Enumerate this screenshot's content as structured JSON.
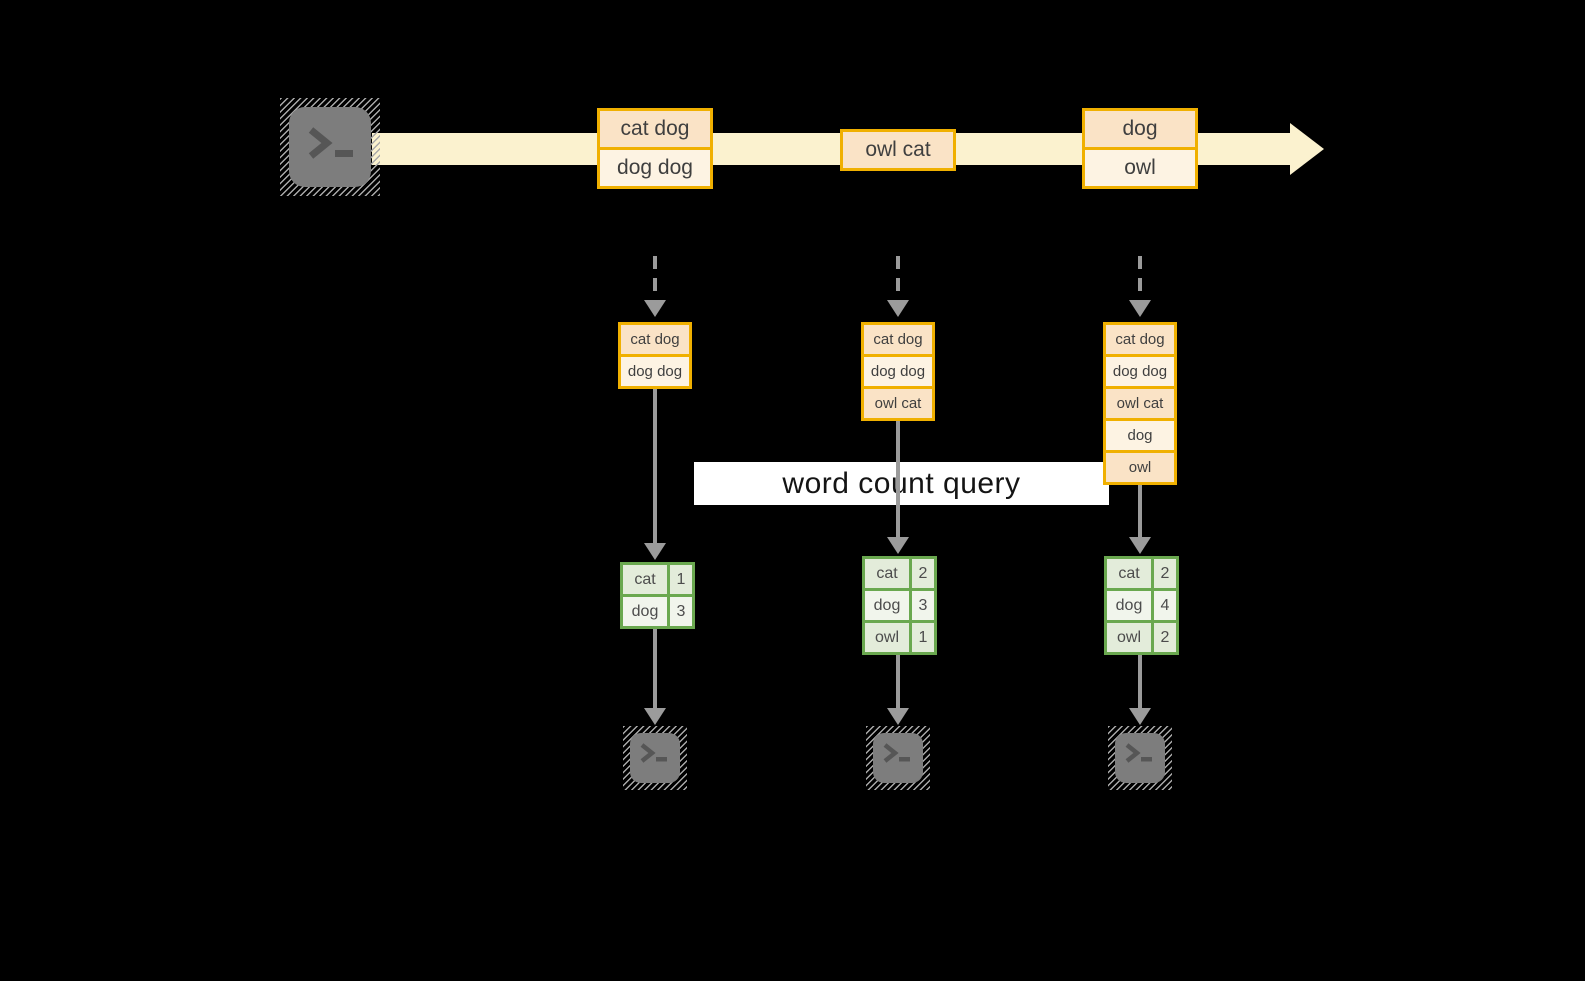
{
  "query_label": "word count query",
  "stream": {
    "batches": [
      {
        "lines": [
          "cat dog",
          "dog dog"
        ]
      },
      {
        "lines": [
          "owl cat"
        ]
      },
      {
        "lines": [
          "dog",
          "owl"
        ]
      }
    ]
  },
  "columns": [
    {
      "state": [
        "cat dog",
        "dog dog"
      ],
      "counts": [
        [
          "cat",
          "1"
        ],
        [
          "dog",
          "3"
        ]
      ]
    },
    {
      "state": [
        "cat dog",
        "dog dog",
        "owl cat"
      ],
      "counts": [
        [
          "cat",
          "2"
        ],
        [
          "dog",
          "3"
        ],
        [
          "owl",
          "1"
        ]
      ]
    },
    {
      "state": [
        "cat dog",
        "dog dog",
        "owl cat",
        "dog",
        "owl"
      ],
      "counts": [
        [
          "cat",
          "2"
        ],
        [
          "dog",
          "4"
        ],
        [
          "owl",
          "2"
        ]
      ]
    }
  ],
  "icons": {
    "source": "terminal-icon",
    "sinks": [
      "terminal-icon",
      "terminal-icon",
      "terminal-icon"
    ]
  },
  "colors": {
    "background": "#000000",
    "stream_band": "#fbf2cf",
    "gold_border": "#f0b000",
    "cell_peach": "#fae3c6",
    "cell_cream": "#fdf3e3",
    "green_border": "#6aa84f",
    "green_cell_dark": "#e3ecda",
    "green_cell_light": "#f1f5ec",
    "arrow_gray": "#9b9b9b",
    "terminal_gray": "#7d7d7d",
    "label_bg": "#ffffff"
  }
}
